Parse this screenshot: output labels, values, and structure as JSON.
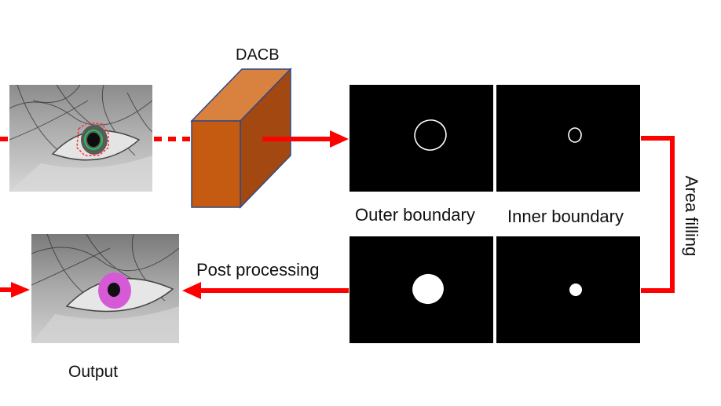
{
  "labels": {
    "dacb": "DACB",
    "outer_boundary": "Outer boundary",
    "inner_boundary": "Inner boundary",
    "area_filling": "Area filling",
    "post_processing": "Post processing",
    "output": "Output"
  },
  "colors": {
    "arrow": "#ff0000",
    "block_front": "#c55a11",
    "block_top": "#d9823f",
    "block_side": "#a34810",
    "block_edge": "#2f4a86",
    "panel": "#000000",
    "boundary_line": "#ffffff",
    "iris_overlay": "#d65ad6",
    "outer_contour": "#ff3030",
    "inner_contour": "#22c55e"
  }
}
